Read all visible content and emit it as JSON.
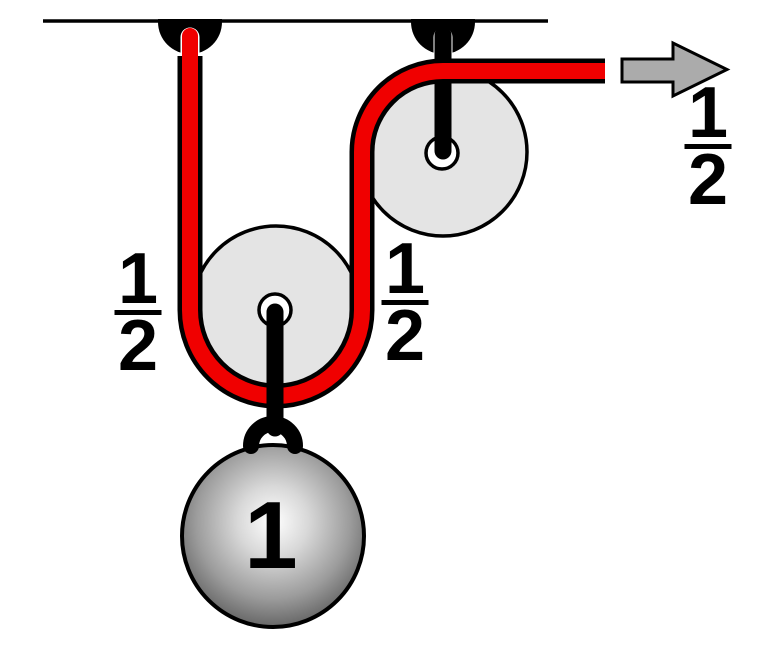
{
  "diagram": {
    "type": "pulley-system-diagram",
    "weight": {
      "value": "1"
    },
    "tension_labels": {
      "left": {
        "numerator": "1",
        "denominator": "2"
      },
      "middle": {
        "numerator": "1",
        "denominator": "2"
      },
      "pull": {
        "numerator": "1",
        "denominator": "2"
      }
    },
    "colors": {
      "rope": "#f00000",
      "pulley": "#e4e4e4",
      "arrow": "#ababab",
      "outline": "#000000"
    }
  }
}
